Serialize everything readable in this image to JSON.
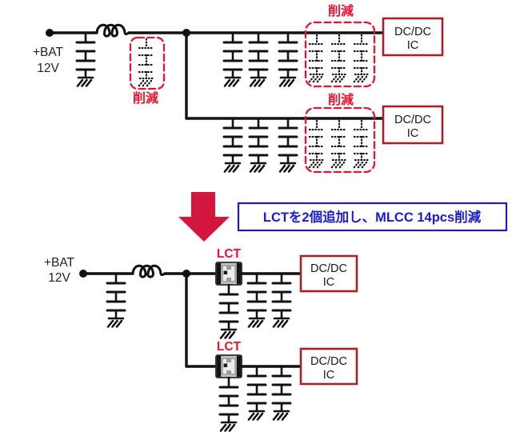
{
  "colors": {
    "wire": "#111111",
    "accent_red": "#e7132f",
    "arrow_red": "#d2163c",
    "ic_border": "#a91f26",
    "blue": "#1c1ccd",
    "lct_body": "#c6c6c6"
  },
  "before": {
    "bat_line1": "+BAT",
    "bat_line2": "12V",
    "input_cut_label": "削減",
    "rail1": {
      "cut_label": "削減",
      "ic_line1": "DC/DC",
      "ic_line2": "IC"
    },
    "rail2": {
      "cut_label": "削減",
      "ic_line1": "DC/DC",
      "ic_line2": "IC"
    }
  },
  "transition": {
    "arrow_icon": "down-arrow",
    "callout": "LCTを2個追加し、MLCC 14pcs削減"
  },
  "after": {
    "bat_line1": "+BAT",
    "bat_line2": "12V",
    "rail1": {
      "lct_label": "LCT",
      "ic_line1": "DC/DC",
      "ic_line2": "IC"
    },
    "rail2": {
      "lct_label": "LCT",
      "ic_line1": "DC/DC",
      "ic_line2": "IC"
    }
  }
}
